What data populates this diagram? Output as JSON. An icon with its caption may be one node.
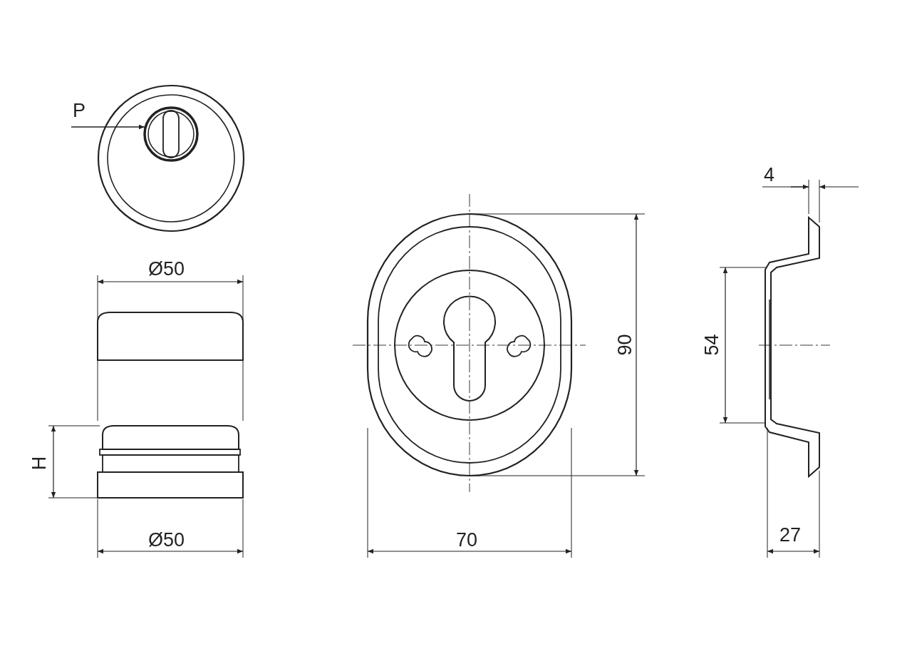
{
  "diagram": {
    "nodes": [
      {
        "text": [
          "P"
        ]
      },
      {
        "text": [],
        "shape": "circle"
      }
    ],
    "edges": [
      {
        "from": 0,
        "to": 1,
        "arrow": "to"
      }
    ],
    "labels": [
      "4",
      "Ø50",
      "90",
      "54",
      "H",
      "27",
      "Ø50",
      "70"
    ]
  }
}
